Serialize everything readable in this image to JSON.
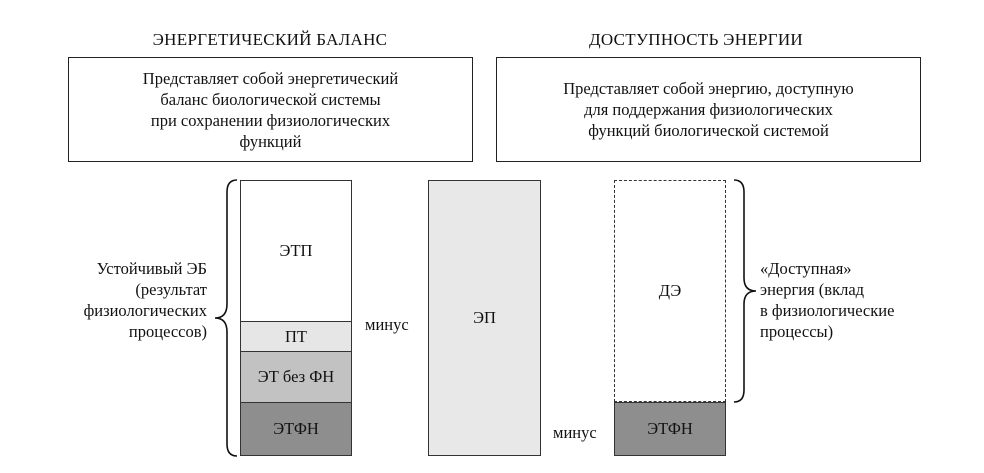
{
  "left_panel": {
    "title": "ЭНЕРГЕТИЧЕСКИЙ БАЛАНС",
    "description_lines": [
      "Представляет собой энергетический",
      "баланс биологической системы",
      "при сохранении физиологических",
      "функций"
    ]
  },
  "right_panel": {
    "title": "ДОСТУПНОСТЬ ЭНЕРГИИ",
    "description_lines": [
      "Представляет собой энергию, доступную",
      "для поддержания физиологических",
      "функций биологической системой"
    ]
  },
  "column_balance": {
    "segments": [
      {
        "label": "ЭТП",
        "color": "#ffffff"
      },
      {
        "label": "ПТ",
        "color": "#e6e6e6"
      },
      {
        "label": "ЭТ без ФН",
        "color": "#c2c2c2"
      },
      {
        "label": "ЭТФН",
        "color": "#8e8e8e"
      }
    ],
    "brace_label_lines": [
      "Устойчивый ЭБ",
      "(результат",
      "физиологических",
      "процессов)"
    ]
  },
  "minus_1": "минус",
  "column_intake": {
    "label": "ЭП",
    "color": "#e8e8e8"
  },
  "minus_2": "минус",
  "column_available": {
    "segments": [
      {
        "label": "ДЭ",
        "color": "#ffffff"
      },
      {
        "label": "ЭТФН",
        "color": "#8e8e8e"
      }
    ],
    "brace_label_lines": [
      "«Доступная»",
      "энергия (вклад",
      "в физиологические",
      "процессы)"
    ]
  }
}
